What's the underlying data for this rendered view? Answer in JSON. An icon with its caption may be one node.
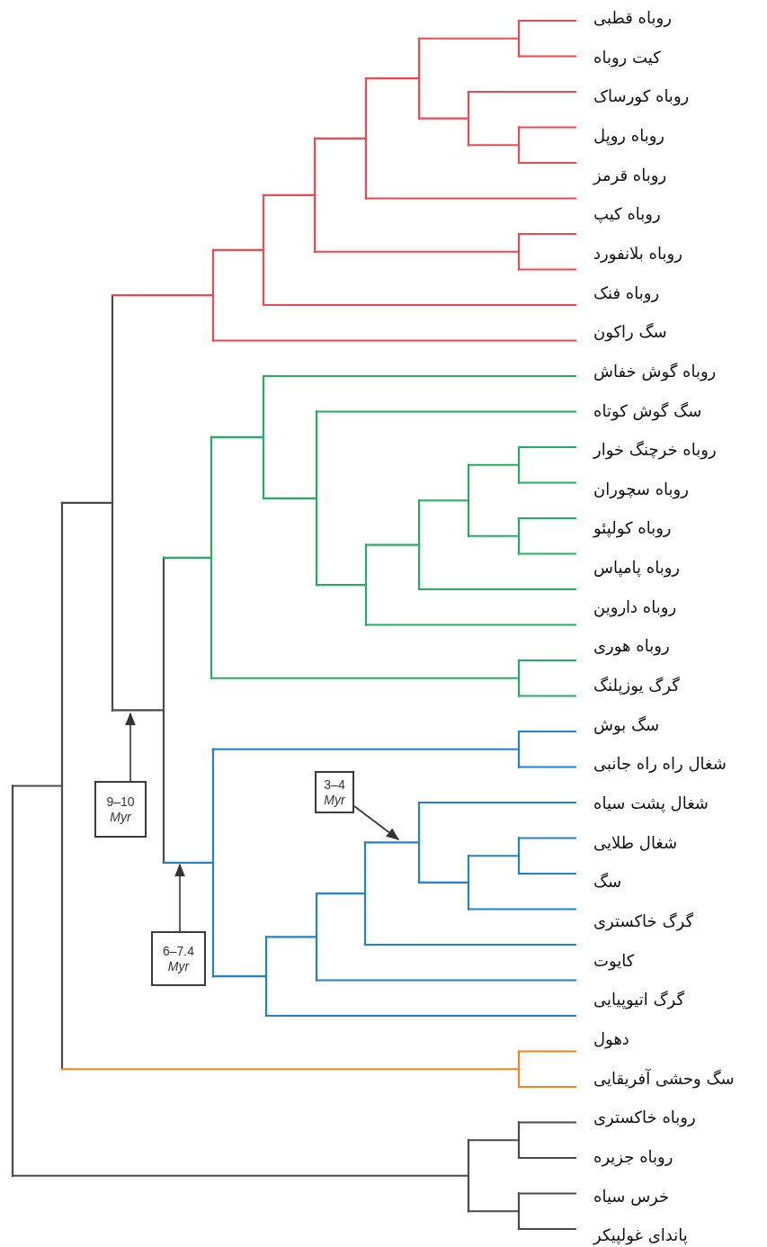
{
  "diagram": {
    "nodes": [
      {
        "text": [
          "9–10 *Myr*"
        ]
      },
      {
        "text": [
          "6–7.4 *Myr*"
        ]
      },
      {
        "text": [
          "3–4 *Myr*"
        ]
      }
    ],
    "edges": [
      {
        "from": 0,
        "to": null,
        "arrow": "to"
      },
      {
        "from": 1,
        "to": null,
        "arrow": "to"
      },
      {
        "from": 2,
        "to": null,
        "arrow": "to"
      }
    ],
    "labels": [
      "روباه قطبی",
      "کیت روباه",
      "روباه کورساک",
      "روباه روپل",
      "روباه قرمز",
      "روباه کیپ",
      "روباه بلانفورد",
      "روباه فنک",
      "سگ راکون",
      "روباه گوش خفاش",
      "سگ گوش کوتاه",
      "روباه خرچنگ خوار",
      "روباه سچوران",
      "روباه کولپئو",
      "روباه پامپاس",
      "روباه داروین",
      "روباه هوری",
      "گرگ یوزپلنگ",
      "سگ بوش",
      "شغال راه راه جانبی",
      "شغال پشت سیاه",
      "شغال طلایی",
      "سگ",
      "گرگ خاکستری",
      "کایوت",
      "گرگ اتیوپیایی",
      "دهول",
      "سگ وحشی آفریقایی",
      "روباه خاکستری",
      "روباه جزیره",
      "خرس سیاه",
      "پاندای غولپیکر"
    ]
  }
}
